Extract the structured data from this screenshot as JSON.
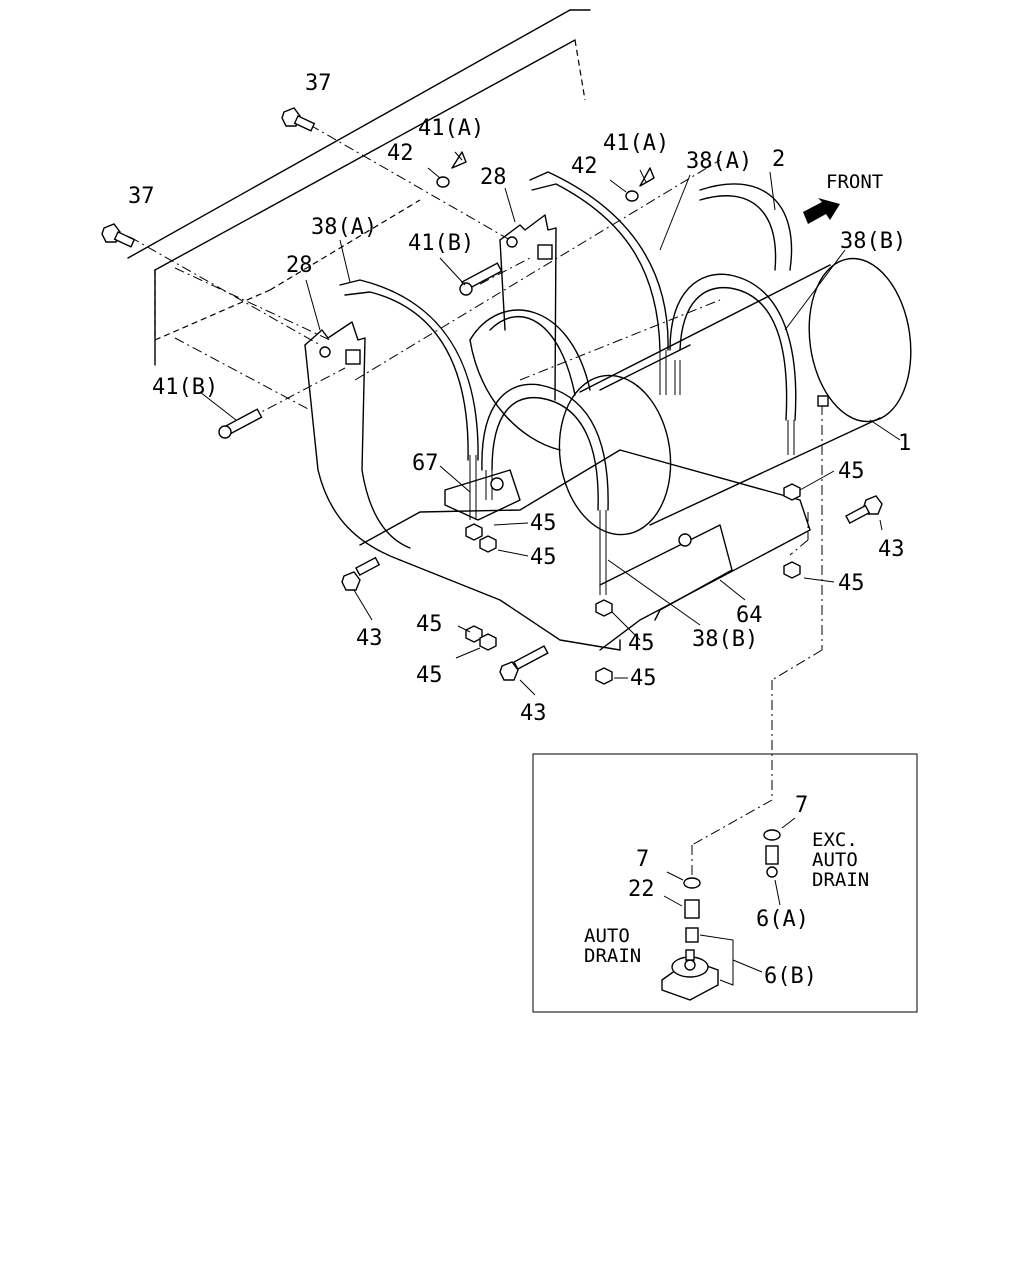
{
  "labels": {
    "p37_top": "37",
    "p37_left": "37",
    "p41a_left": "41(A)",
    "p41a_right": "41(A)",
    "p42_left": "42",
    "p42_right": "42",
    "p28_right": "28",
    "p28_left": "28",
    "p38a_left": "38(A)",
    "p38a_right": "38(A)",
    "p2": "2",
    "front": "FRONT",
    "p38b_top": "38(B)",
    "p41b_mid": "41(B)",
    "p41b_left": "41(B)",
    "p1": "1",
    "p67": "67",
    "p45_a": "45",
    "p45_b": "45",
    "p45_c": "45",
    "p45_d": "45",
    "p45_e": "45",
    "p45_f": "45",
    "p45_g": "45",
    "p45_h": "45",
    "p43_left": "43",
    "p43_right": "43",
    "p43_bottom": "43",
    "p64": "64",
    "p38b_bottom": "38(B)",
    "p7_right": "7",
    "p7_left": "7",
    "p22": "22",
    "p6a": "6(A)",
    "p6b": "6(B)",
    "exc_line1": "EXC.",
    "exc_line2": "AUTO",
    "exc_line3": "DRAIN",
    "auto_line1": "AUTO",
    "auto_line2": "DRAIN"
  }
}
